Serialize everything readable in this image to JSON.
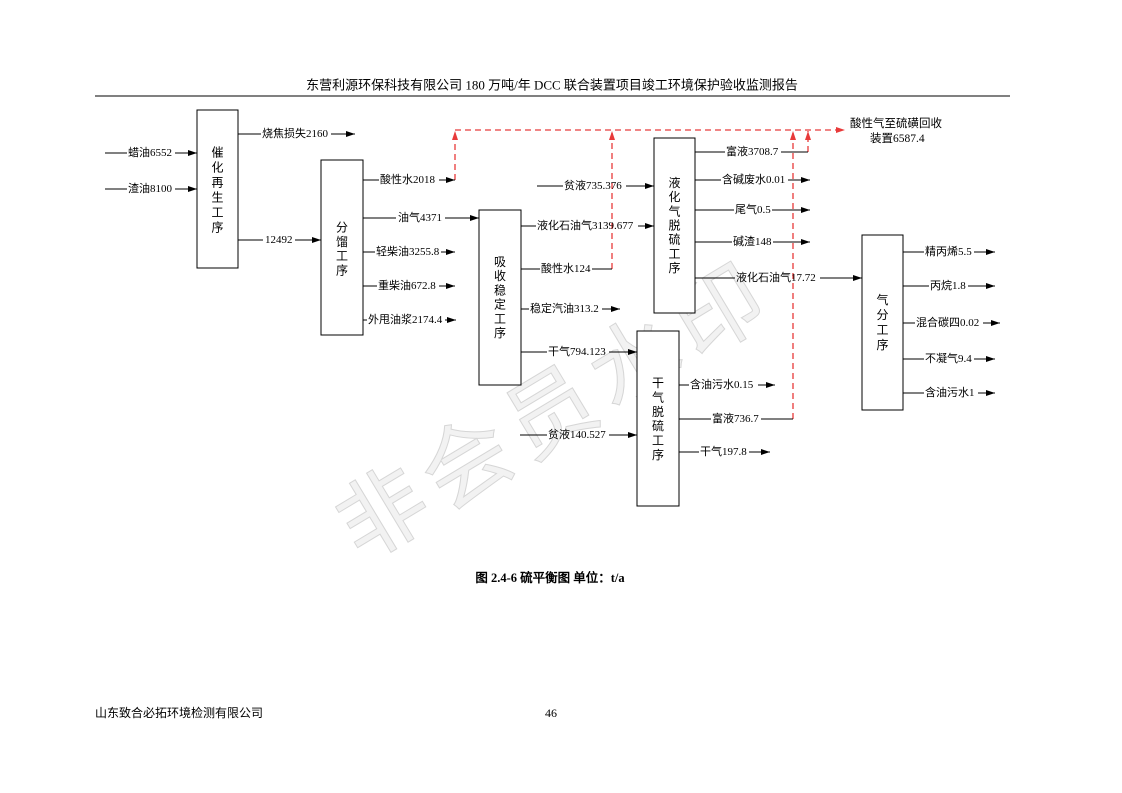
{
  "header": {
    "title": "东营利源环保科技有限公司 180 万吨/年 DCC 联合装置项目竣工环境保护验收监测报告"
  },
  "watermark": "非会员水印",
  "diagram": {
    "nodes": {
      "catalytic_regeneration": "催化再生工序",
      "fractionation": "分馏工序",
      "absorption_stabilization": "吸收稳定工序",
      "lpg_desulfurization": "液化气脱硫工序",
      "dry_gas_desulfurization": "干气脱硫工序",
      "gas_fractionation": "气分工序"
    },
    "flows": [
      "蜡油6552",
      "渣油8100",
      "烧焦损失2160",
      "12492",
      "酸性水2018",
      "油气4371",
      "轻柴油3255.8",
      "重柴油672.8",
      "外甩油浆2174.4",
      "贫液735.376",
      "液化石油气3139.677",
      "酸性水124",
      "稳定汽油313.2",
      "干气794.123",
      "贫液140.527",
      "富液3708.7",
      "含碱废水0.01",
      "尾气0.5",
      "碱渣148",
      "液化石油气17.72",
      "含油污水0.15",
      "富液736.7",
      "干气197.8",
      "精丙烯5.5",
      "丙烷1.8",
      "混合碳四0.02",
      "不凝气9.4",
      "含油污水1"
    ],
    "acid_gas_target": {
      "line1": "酸性气至硫磺回收",
      "line2": "装置6587.4"
    }
  },
  "caption": "图 2.4-6 硫平衡图 单位：t/a",
  "footer": {
    "company": "山东致合必拓环境检测有限公司",
    "page_number": "46"
  },
  "colors": {
    "acid_gas_line": "#e83a3a",
    "line": "#000000"
  }
}
